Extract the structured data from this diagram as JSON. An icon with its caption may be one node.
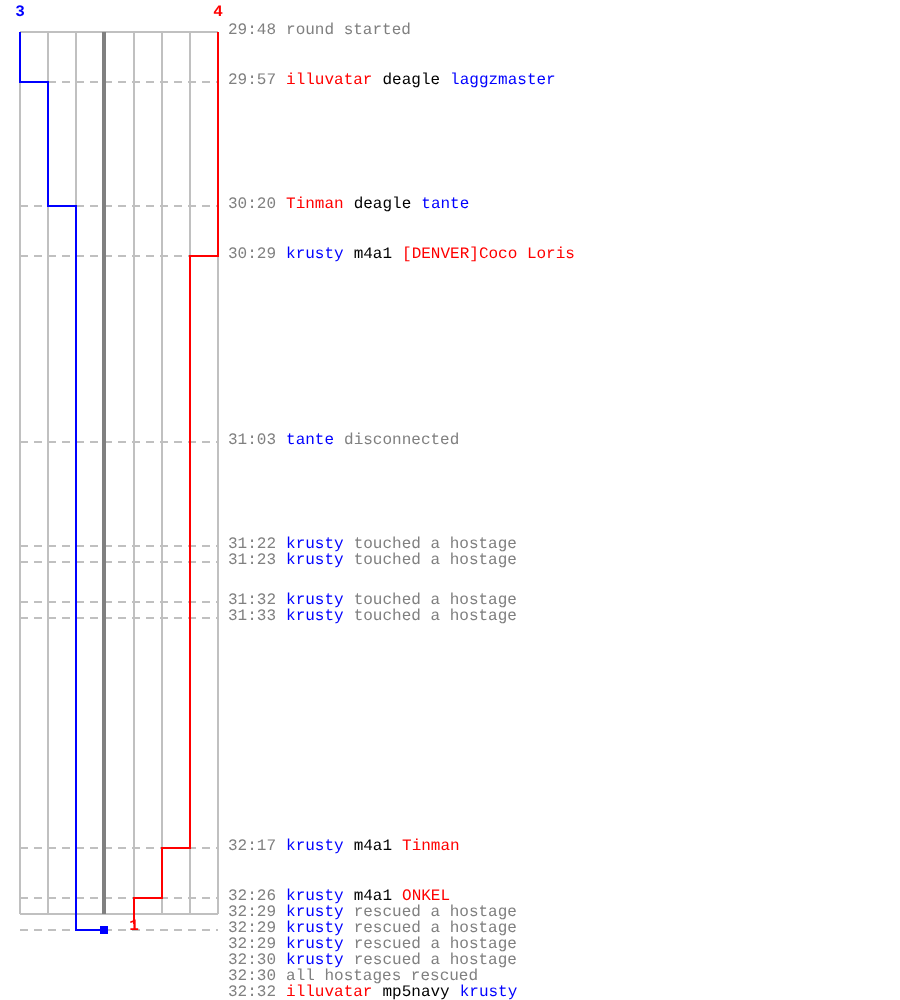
{
  "diagram": {
    "labels": [
      "3",
      "4",
      "1",
      "29:48",
      "round started",
      "29:57",
      "illuvatar",
      "deagle",
      "laggzmaster",
      "30:20",
      "Tinman",
      "deagle",
      "tante",
      "30:29",
      "krusty",
      "m4a1",
      "[DENVER]Coco Loris",
      "31:03",
      "tante",
      "disconnected",
      "31:22",
      "krusty",
      "touched a hostage",
      "31:23",
      "krusty",
      "touched a hostage",
      "31:32",
      "krusty",
      "touched a hostage",
      "31:33",
      "krusty",
      "touched a hostage",
      "32:17",
      "krusty",
      "m4a1",
      "Tinman",
      "32:26",
      "krusty",
      "m4a1",
      "ONKEL",
      "32:29",
      "krusty",
      "rescued a hostage",
      "32:29",
      "krusty",
      "rescued a hostage",
      "32:29",
      "krusty",
      "rescued a hostage",
      "32:30",
      "krusty",
      "rescued a hostage",
      "32:30",
      "all hostages rescued",
      "32:32",
      "illuvatar",
      "mp5navy",
      "krusty"
    ]
  }
}
